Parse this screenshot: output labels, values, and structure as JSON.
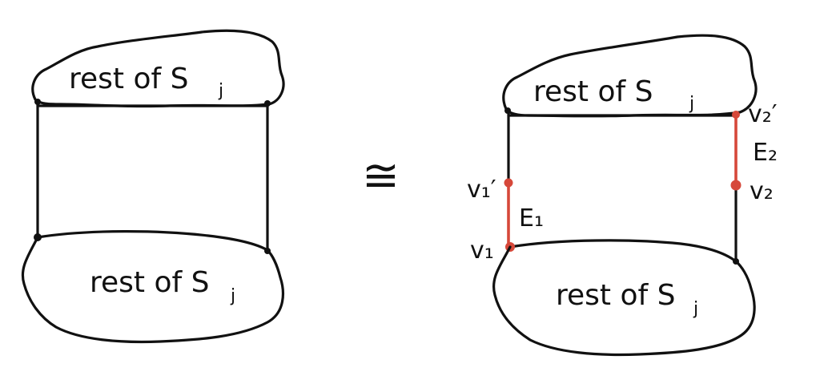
{
  "colors": {
    "ink": "#111111",
    "highlight": "#d6483a",
    "background": "#ffffff"
  },
  "left_graph": {
    "top_region_label": "rest of S",
    "top_region_subscript": "j",
    "bottom_region_label": "rest of S",
    "bottom_region_subscript": "j"
  },
  "relation_symbol": "≅",
  "right_graph": {
    "top_region_label": "rest of S",
    "top_region_subscript": "j",
    "bottom_region_label": "rest of S",
    "bottom_region_subscript": "j",
    "vertex_v1_prime": "v₁′",
    "vertex_v1": "v₁",
    "edge_e1": "E₁",
    "vertex_v2_prime": "v₂′",
    "vertex_v2": "v₂",
    "edge_e2": "E₂"
  }
}
